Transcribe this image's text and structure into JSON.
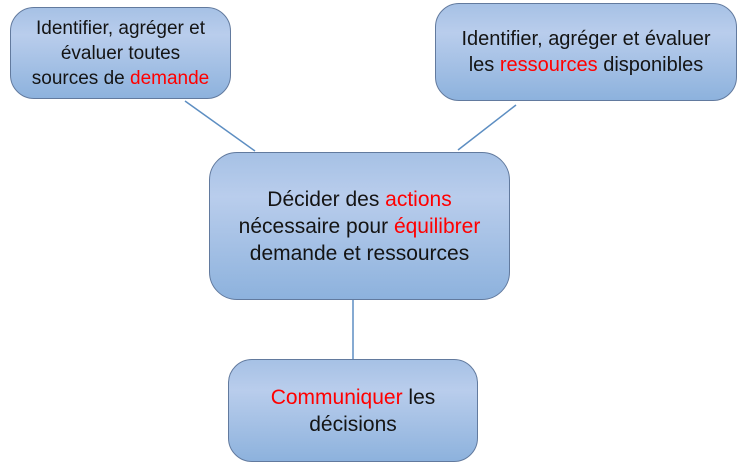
{
  "colors": {
    "background": "#ffffff",
    "box_fill_top": "#a6c1e5",
    "box_fill_mid": "#b9cdec",
    "box_fill_bottom": "#8db2dd",
    "box_border": "#627a9e",
    "connector": "#5d8ec2",
    "text": "#141414",
    "highlight": "#ff0000"
  },
  "diagram": {
    "boxes": [
      {
        "id": "demand",
        "lines": [
          [
            {
              "t": "Identifier, agréger et"
            }
          ],
          [
            {
              "t": "évaluer toutes"
            }
          ],
          [
            {
              "t": "sources de "
            },
            {
              "t": "demande",
              "red": true
            }
          ]
        ]
      },
      {
        "id": "resources",
        "lines": [
          [
            {
              "t": "Identifier, agréger et évaluer"
            }
          ],
          [
            {
              "t": "les "
            },
            {
              "t": "ressources",
              "red": true
            },
            {
              "t": " disponibles"
            }
          ]
        ]
      },
      {
        "id": "decide",
        "lines": [
          [
            {
              "t": "Décider des "
            },
            {
              "t": "actions",
              "red": true
            }
          ],
          [
            {
              "t": "nécessaire pour "
            },
            {
              "t": "équilibrer",
              "red": true
            }
          ],
          [
            {
              "t": "demande et ressources"
            }
          ]
        ]
      },
      {
        "id": "communicate",
        "lines": [
          [
            {
              "t": "Communiquer",
              "red": true
            },
            {
              "t": " les"
            }
          ],
          [
            {
              "t": "décisions"
            }
          ]
        ]
      }
    ],
    "connectors": [
      {
        "from": "demand",
        "to": "decide"
      },
      {
        "from": "resources",
        "to": "decide"
      },
      {
        "from": "decide",
        "to": "communicate"
      }
    ]
  }
}
